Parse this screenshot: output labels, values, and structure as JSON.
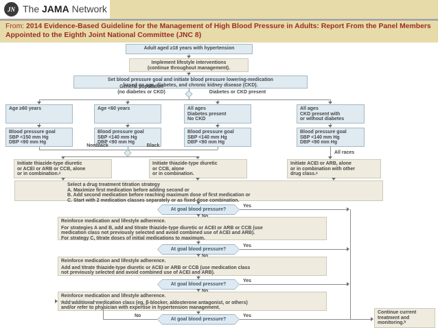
{
  "header": {
    "logo_monogram": "JN",
    "logo_the": "The ",
    "logo_jama": "JAMA",
    "logo_network": " Network",
    "title_prefix": "From: ",
    "title_rest": "2014 Evidence-Based Guideline for the Management of High Blood Pressure in Adults:  Report From the Panel Members Appointed to the Eighth Joint National Committee (JNC 8)"
  },
  "colors": {
    "page_background": "#e7dbaa",
    "title_red": "#9c2d21",
    "panel_white": "#ffffff",
    "box_blue": "#dfeaf1",
    "box_beige": "#efebdf",
    "line_gray": "#8a8a8a"
  },
  "flowchart": {
    "adult": "Adult aged ≥18 years with hypertension",
    "lifestyle": {
      "l1": "Implement lifestyle interventions",
      "l2": "(continue throughout management)."
    },
    "set_goal": {
      "l1": "Set blood pressure goal and initiate blood pressure lowering-medication",
      "l2": "based on age, diabetes, and chronic kidney disease (CKD)."
    },
    "branch_left": {
      "l1": "General population",
      "l2": "(no diabetes or CKD)"
    },
    "branch_right": "Diabetes or CKD present",
    "groups": [
      {
        "c1": "Age ≥60 years",
        "c2": "",
        "c3": "",
        "g1": "Blood pressure goal",
        "g2": "SBP <150 mm Hg",
        "g3": "DBP <90 mm Hg"
      },
      {
        "c1": "Age <60 years",
        "c2": "",
        "c3": "",
        "g1": "Blood pressure goal",
        "g2": "SBP <140 mm Hg",
        "g3": "DBP <90 mm Hg"
      },
      {
        "c1": "All ages",
        "c2": "Diabetes present",
        "c3": "No CKD",
        "g1": "Blood pressure goal",
        "g2": "SBP <140 mm Hg",
        "g3": "DBP <90 mm Hg"
      },
      {
        "c1": "All ages",
        "c2": "CKD present with",
        "c3": "or without diabetes",
        "g1": "Blood pressure goal",
        "g2": "SBP <140 mm Hg",
        "g3": "DBP <90 mm Hg"
      }
    ],
    "race": {
      "nonblack": "Nonblack",
      "black": "Black",
      "all_races": "All races"
    },
    "initiate": [
      {
        "l1": "Initiate thiazide-type diuretic",
        "l2": "or ACEI or ARB or CCB, alone",
        "l3": "or in combination.ᵃ"
      },
      {
        "l1": "Initiate thiazide-type diuretic",
        "l2": "or CCB, alone",
        "l3": "or in combination."
      },
      {
        "l1": "Initiate ACEI or ARB, alone",
        "l2": "or in combination with other",
        "l3": "drug class.ᵃ"
      }
    ],
    "titration": {
      "l1": "Select a drug treatment titration strategy",
      "l2": "A. Maximize first medication before adding second or",
      "l3": "B. Add second medication before reaching maximum dose of first medication or",
      "l4": "C. Start with 2 medication classes separately or as fixed-dose combination."
    },
    "decision": "At goal blood pressure?",
    "yes": "Yes",
    "no": "No",
    "reinforce1": {
      "l1": "Reinforce medication and lifestyle adherence.",
      "l2": "For strategies A and B, add and titrate thiazide-type diuretic or ACEI or ARB or CCB (use",
      "l3": "medication class not previously selected and avoid combined use of ACEI and ARB).",
      "l4": "For strategy C, titrate doses of initial medications to maximum."
    },
    "reinforce2": {
      "l1": "Reinforce medication and lifestyle adherence.",
      "l2": "Add and titrate thiazide-type diuretic or ACEI or ARB or CCB (use medication class",
      "l3": "not previously selected and avoid combined use of ACEI and ARB)."
    },
    "reinforce3": {
      "l1": "Reinforce medication and lifestyle adherence.",
      "l2": "Add additional medication class (eg, β-blocker, aldosterone antagonist, or others)",
      "l3": "and/or refer to physician with expertise in hypertension management."
    },
    "continue_box": {
      "l1": "Continue current",
      "l2": "treatment and",
      "l3": "monitoring.ᵇ"
    }
  }
}
